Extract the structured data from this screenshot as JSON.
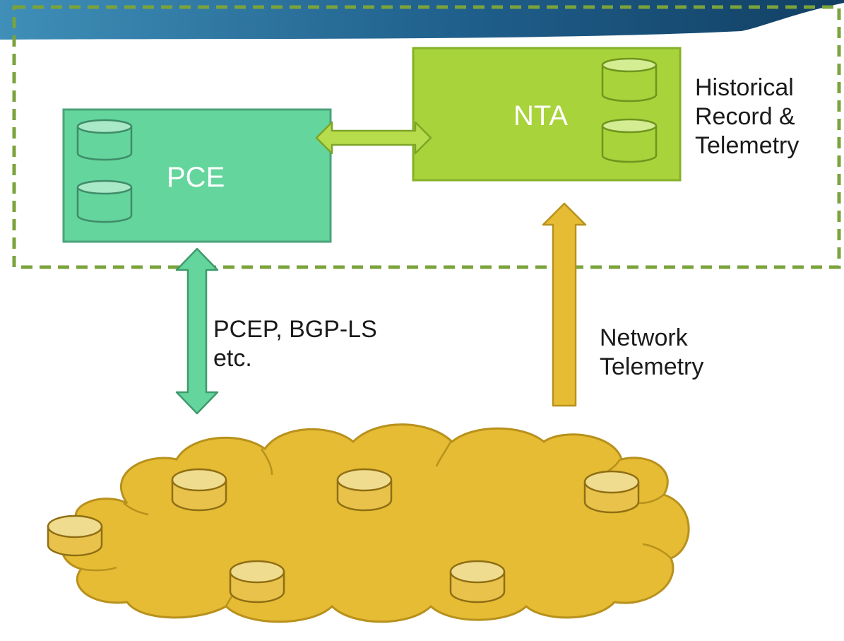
{
  "colors": {
    "banner": "#1f5f8b",
    "dash_border": "#7ba33c",
    "pce_fill": "#64d59c",
    "pce_stroke": "#4aa37a",
    "nta_fill": "#a8d33a",
    "nta_stroke": "#86b22a",
    "cloud_fill": "#e5bc33",
    "cloud_stroke": "#b8911d",
    "router_fill": "#f0dc8e"
  },
  "pce": {
    "label": "PCE",
    "db_icons": [
      "database-icon",
      "database-icon"
    ]
  },
  "nta": {
    "label": "NTA",
    "db_icons": [
      "database-icon",
      "database-icon"
    ]
  },
  "historical_label": [
    "Historical",
    "Record &",
    "Telemetry"
  ],
  "pcep_label": [
    "PCEP, BGP-LS",
    "etc."
  ],
  "telemetry_label": [
    "Network",
    "Telemetry"
  ],
  "network": {
    "router_icons": [
      "router-icon",
      "router-icon",
      "router-icon",
      "router-icon",
      "router-icon",
      "router-icon"
    ]
  }
}
